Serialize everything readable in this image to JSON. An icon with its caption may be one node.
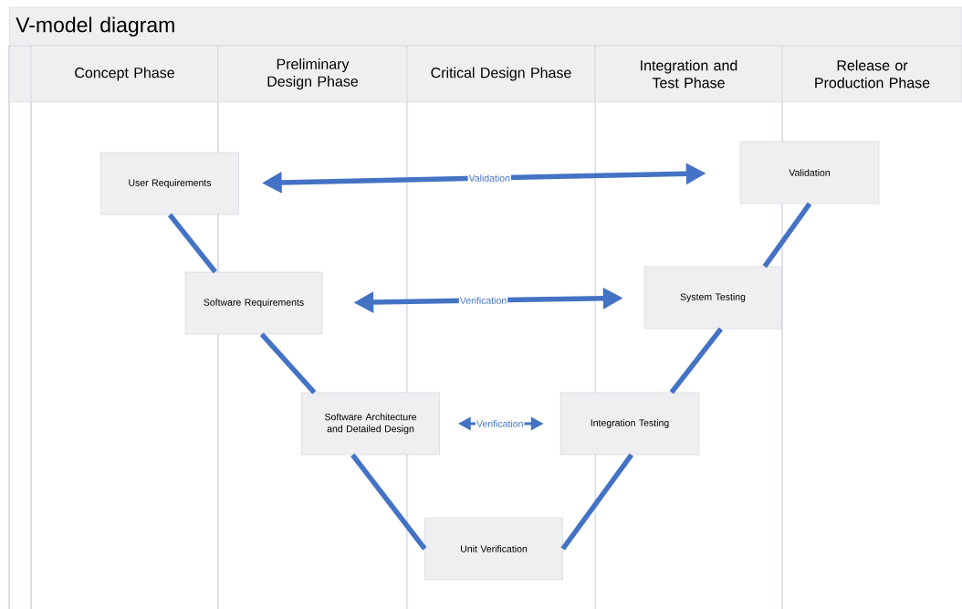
{
  "diagram": {
    "title": "V-model diagram",
    "nodes": [
      {
        "text": [
          "Concept Phase"
        ]
      },
      {
        "text": [
          "Preliminary Design Phase"
        ]
      },
      {
        "text": [
          "Critical Design Phase"
        ]
      },
      {
        "text": [
          "Integration and Test Phase"
        ]
      },
      {
        "text": [
          "Release or Production Phase"
        ]
      },
      {
        "text": [
          "User Requirements"
        ]
      },
      {
        "text": [
          "Validation"
        ]
      },
      {
        "text": [
          "Software Requirements"
        ]
      },
      {
        "text": [
          "System Testing"
        ]
      },
      {
        "text": [
          "Software Architecture and Detailed Design"
        ]
      },
      {
        "text": [
          "Integration Testing"
        ]
      },
      {
        "text": [
          "Unit Verification"
        ]
      }
    ],
    "edges": [
      {
        "from": 5,
        "to": 6,
        "arrow": "both",
        "label": "Validation"
      },
      {
        "from": 7,
        "to": 8,
        "arrow": "both",
        "label": "Verification"
      },
      {
        "from": 9,
        "to": 10,
        "arrow": "both",
        "label": "Verification"
      },
      {
        "from": 5,
        "to": 7,
        "arrow": "none"
      },
      {
        "from": 7,
        "to": 9,
        "arrow": "none"
      },
      {
        "from": 9,
        "to": 11,
        "arrow": "none"
      },
      {
        "from": 11,
        "to": 10,
        "arrow": "none"
      },
      {
        "from": 10,
        "to": 8,
        "arrow": "none"
      },
      {
        "from": 8,
        "to": 6,
        "arrow": "none"
      }
    ]
  }
}
